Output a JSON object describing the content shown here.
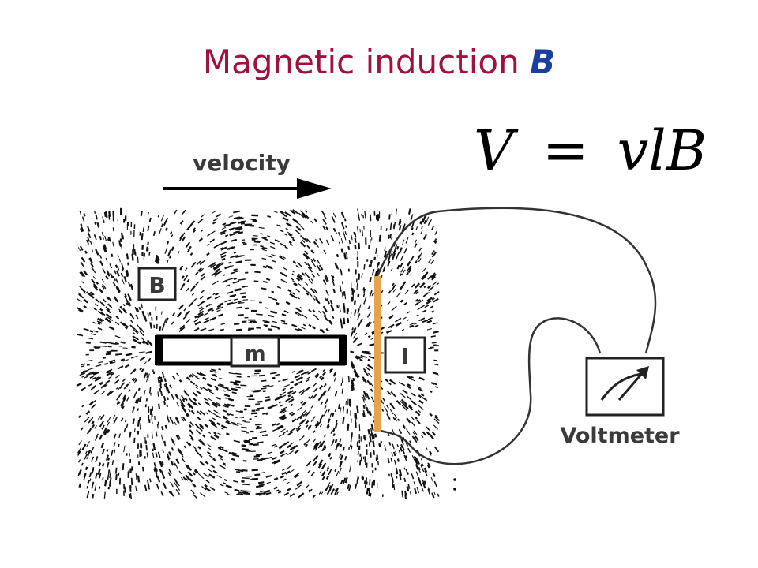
{
  "slide": {
    "title_text": "Magnetic induction ",
    "title_symbol": "B",
    "formula": {
      "lhs": "V",
      "equals": "=",
      "rhs": "vlB"
    }
  },
  "diagram": {
    "velocity_label": "velocity",
    "field_label": "B",
    "magnet_label": "m",
    "rod_label": "l",
    "meter_label": "Voltmeter",
    "colors": {
      "rod": "#e8a34a",
      "title": "#a0123c",
      "symbol": "#1a3fa0"
    }
  }
}
